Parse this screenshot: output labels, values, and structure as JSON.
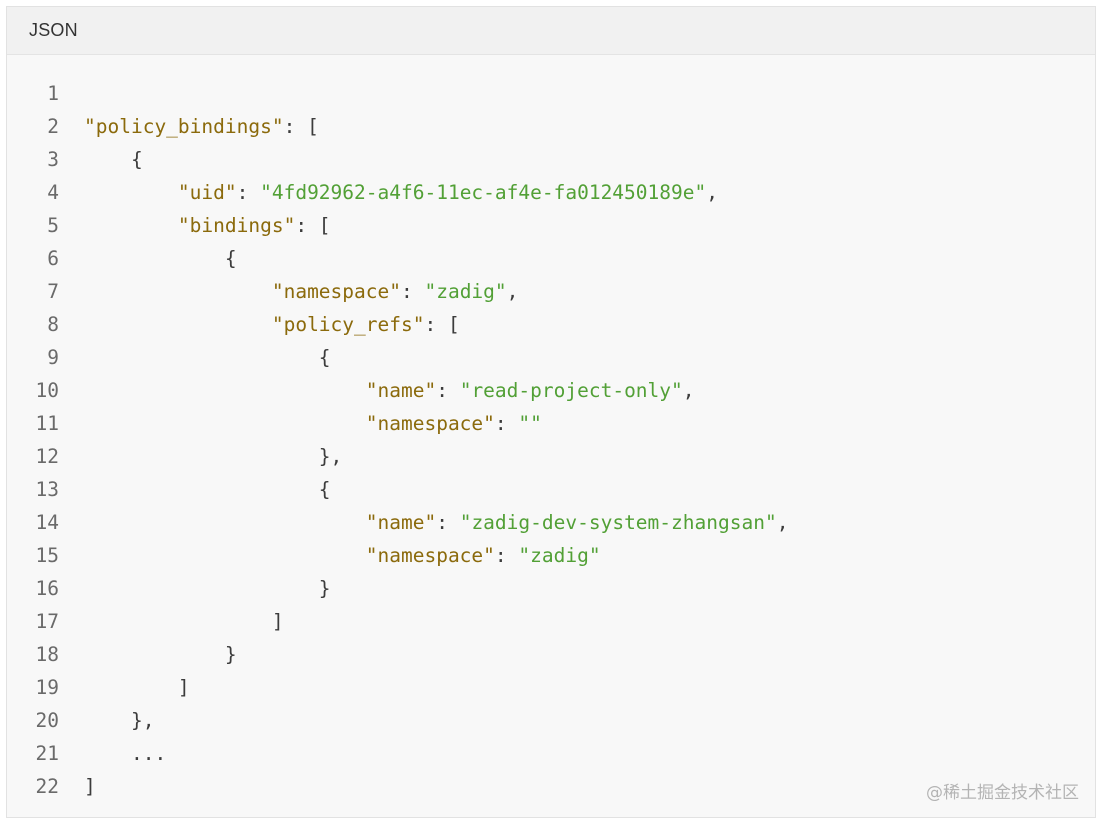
{
  "header": {
    "language": "JSON"
  },
  "code": {
    "lines": [
      {
        "number": "1",
        "tokens": []
      },
      {
        "number": "2",
        "tokens": [
          {
            "t": "key",
            "v": "\"policy_bindings\""
          },
          {
            "t": "p",
            "v": ": ["
          }
        ]
      },
      {
        "number": "3",
        "tokens": [
          {
            "t": "p",
            "v": "    {"
          }
        ]
      },
      {
        "number": "4",
        "tokens": [
          {
            "t": "p",
            "v": "        "
          },
          {
            "t": "key",
            "v": "\"uid\""
          },
          {
            "t": "p",
            "v": ": "
          },
          {
            "t": "str",
            "v": "\"4fd92962-a4f6-11ec-af4e-fa012450189e\""
          },
          {
            "t": "p",
            "v": ","
          }
        ]
      },
      {
        "number": "5",
        "tokens": [
          {
            "t": "p",
            "v": "        "
          },
          {
            "t": "key",
            "v": "\"bindings\""
          },
          {
            "t": "p",
            "v": ": ["
          }
        ]
      },
      {
        "number": "6",
        "tokens": [
          {
            "t": "p",
            "v": "            {"
          }
        ]
      },
      {
        "number": "7",
        "tokens": [
          {
            "t": "p",
            "v": "                "
          },
          {
            "t": "key",
            "v": "\"namespace\""
          },
          {
            "t": "p",
            "v": ": "
          },
          {
            "t": "str",
            "v": "\"zadig\""
          },
          {
            "t": "p",
            "v": ","
          }
        ]
      },
      {
        "number": "8",
        "tokens": [
          {
            "t": "p",
            "v": "                "
          },
          {
            "t": "key",
            "v": "\"policy_refs\""
          },
          {
            "t": "p",
            "v": ": ["
          }
        ]
      },
      {
        "number": "9",
        "tokens": [
          {
            "t": "p",
            "v": "                    {"
          }
        ]
      },
      {
        "number": "10",
        "tokens": [
          {
            "t": "p",
            "v": "                        "
          },
          {
            "t": "key",
            "v": "\"name\""
          },
          {
            "t": "p",
            "v": ": "
          },
          {
            "t": "str",
            "v": "\"read-project-only\""
          },
          {
            "t": "p",
            "v": ","
          }
        ]
      },
      {
        "number": "11",
        "tokens": [
          {
            "t": "p",
            "v": "                        "
          },
          {
            "t": "key",
            "v": "\"namespace\""
          },
          {
            "t": "p",
            "v": ": "
          },
          {
            "t": "str",
            "v": "\"\""
          }
        ]
      },
      {
        "number": "12",
        "tokens": [
          {
            "t": "p",
            "v": "                    },"
          }
        ]
      },
      {
        "number": "13",
        "tokens": [
          {
            "t": "p",
            "v": "                    {"
          }
        ]
      },
      {
        "number": "14",
        "tokens": [
          {
            "t": "p",
            "v": "                        "
          },
          {
            "t": "key",
            "v": "\"name\""
          },
          {
            "t": "p",
            "v": ": "
          },
          {
            "t": "str",
            "v": "\"zadig-dev-system-zhangsan\""
          },
          {
            "t": "p",
            "v": ","
          }
        ]
      },
      {
        "number": "15",
        "tokens": [
          {
            "t": "p",
            "v": "                        "
          },
          {
            "t": "key",
            "v": "\"namespace\""
          },
          {
            "t": "p",
            "v": ": "
          },
          {
            "t": "str",
            "v": "\"zadig\""
          }
        ]
      },
      {
        "number": "16",
        "tokens": [
          {
            "t": "p",
            "v": "                    }"
          }
        ]
      },
      {
        "number": "17",
        "tokens": [
          {
            "t": "p",
            "v": "                ]"
          }
        ]
      },
      {
        "number": "18",
        "tokens": [
          {
            "t": "p",
            "v": "            }"
          }
        ]
      },
      {
        "number": "19",
        "tokens": [
          {
            "t": "p",
            "v": "        ]"
          }
        ]
      },
      {
        "number": "20",
        "tokens": [
          {
            "t": "p",
            "v": "    },"
          }
        ]
      },
      {
        "number": "21",
        "tokens": [
          {
            "t": "p",
            "v": "    ..."
          }
        ]
      },
      {
        "number": "22",
        "tokens": [
          {
            "t": "p",
            "v": "]"
          }
        ]
      }
    ]
  },
  "watermark": "@稀土掘金技术社区",
  "colors": {
    "key": "#8b6a0c",
    "string": "#52a036",
    "punctuation": "#3c3c3c",
    "line_number": "#6a6a6a",
    "header_bg": "#f1f1f1",
    "body_bg": "#f8f8f8"
  }
}
